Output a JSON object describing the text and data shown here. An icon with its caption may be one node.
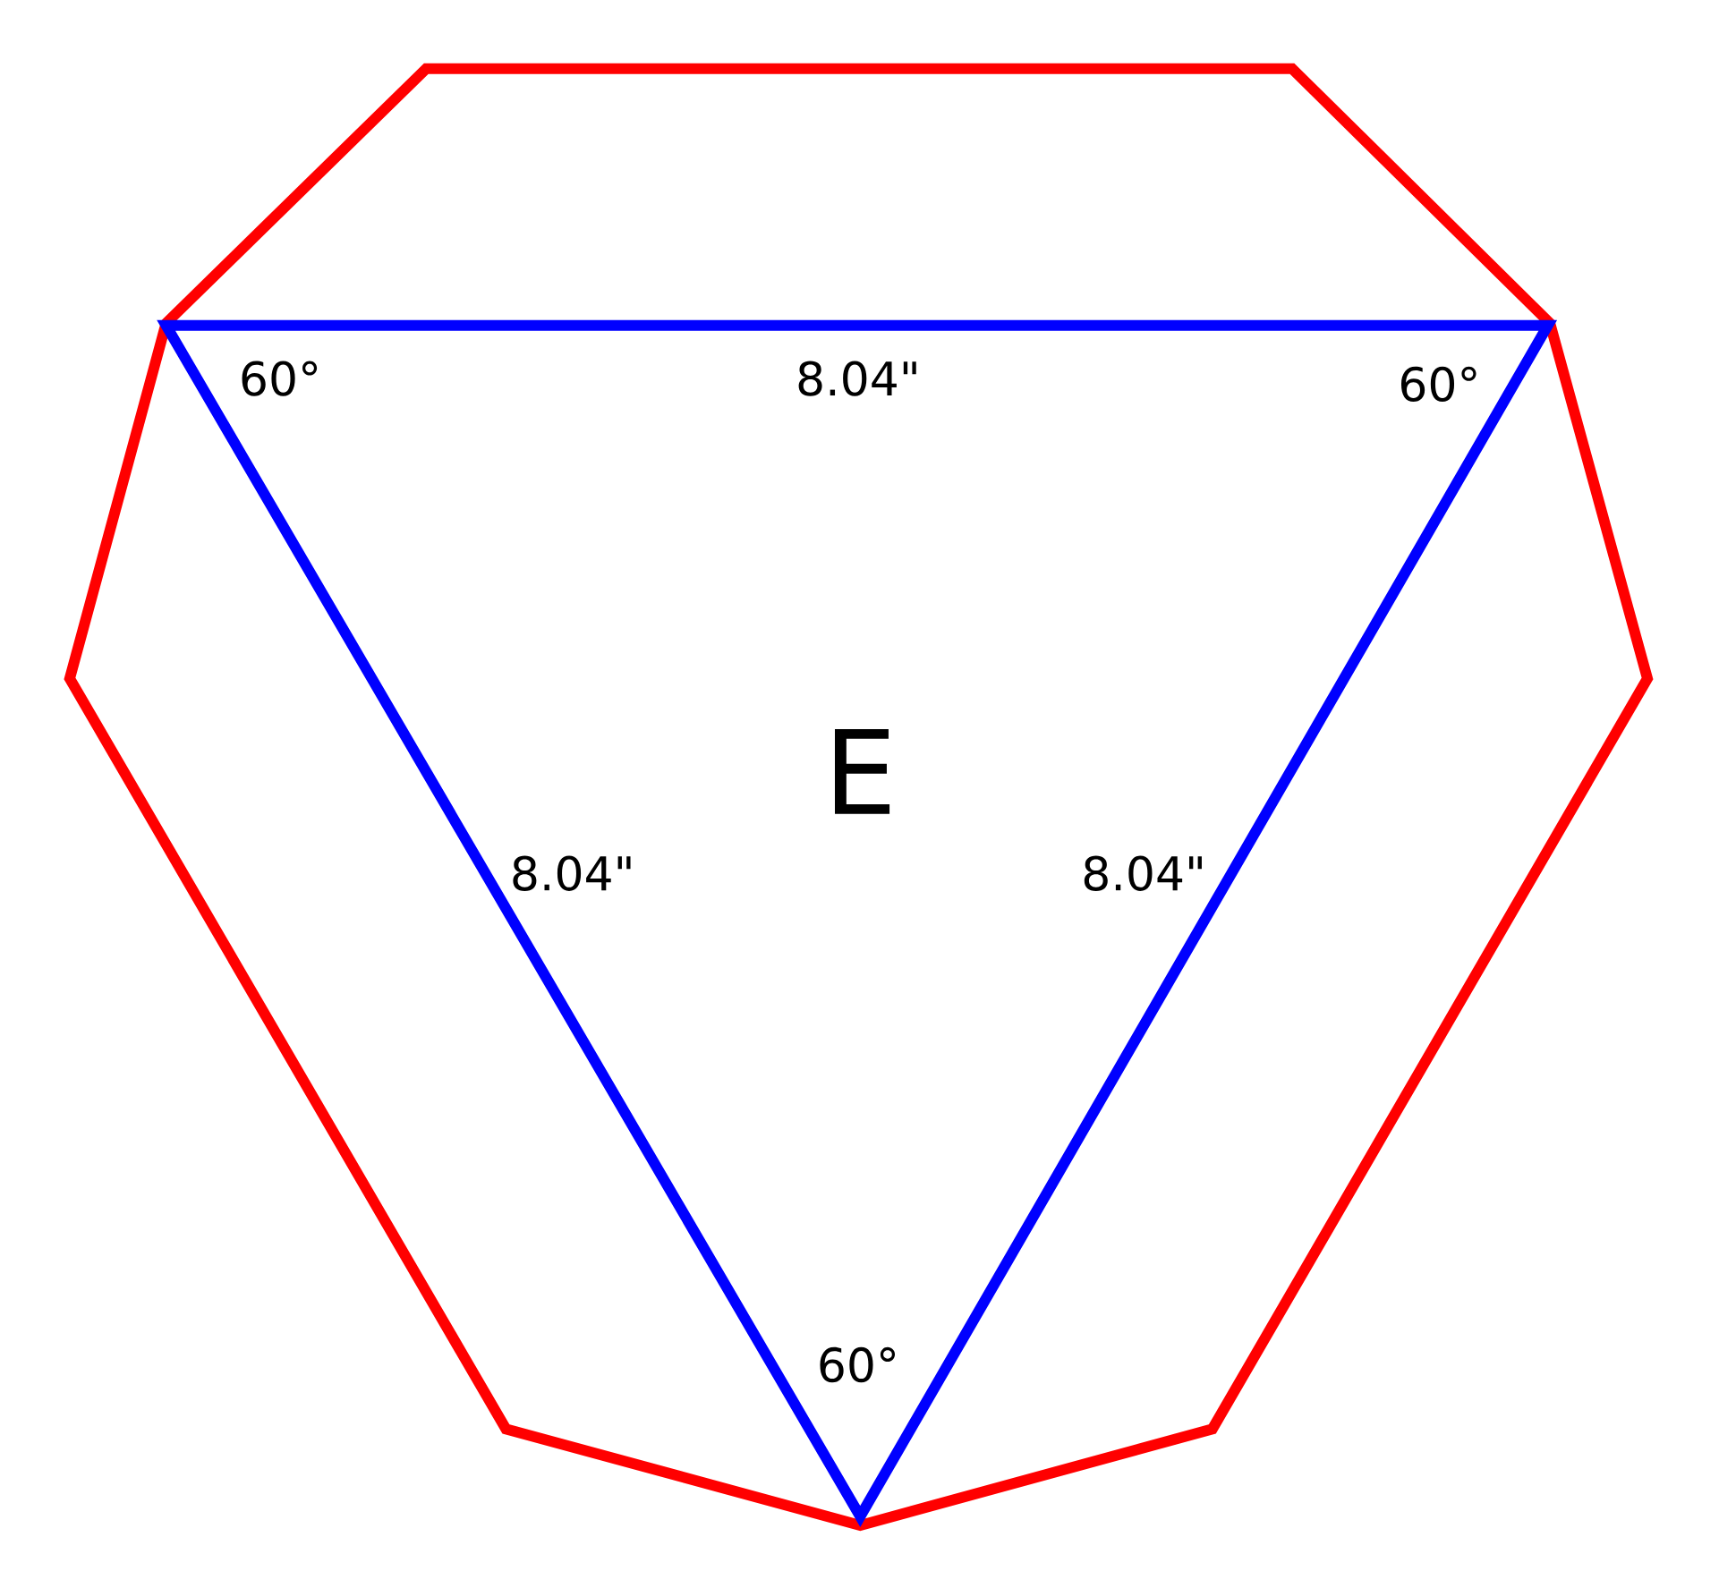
{
  "diagram": {
    "labels": [
      "60°",
      "8.04\"",
      "60°",
      "E",
      "8.04\"",
      "8.04\"",
      "60°"
    ]
  }
}
